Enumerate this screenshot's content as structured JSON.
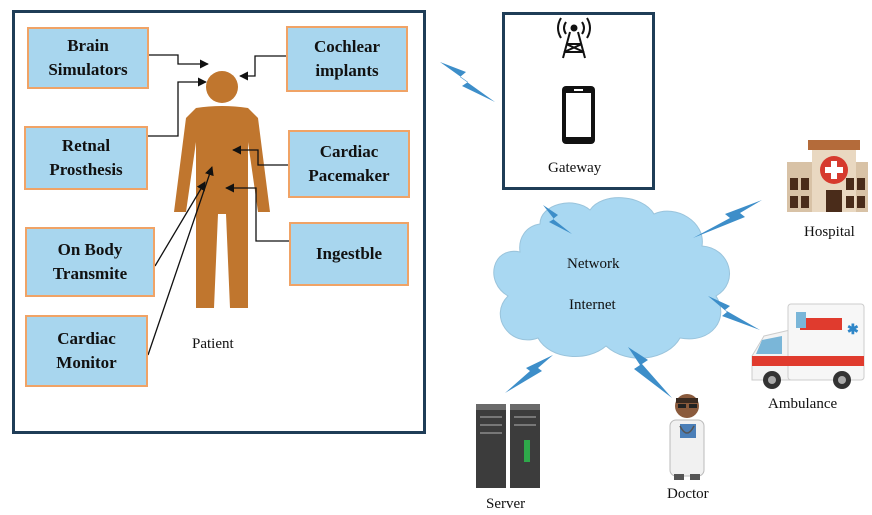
{
  "patient_panel": {
    "devices": [
      {
        "id": "brain",
        "label": "Brain\nSimulators"
      },
      {
        "id": "retinal",
        "label": "Retnal\nProsthesis"
      },
      {
        "id": "onbody",
        "label": "On Body\nTransmite"
      },
      {
        "id": "cardmon",
        "label": "Cardiac\nMonitor"
      },
      {
        "id": "cochlear",
        "label": "Cochlear\nimplants"
      },
      {
        "id": "pacemaker",
        "label": "Cardiac\nPacemaker"
      },
      {
        "id": "ingest",
        "label": "Ingestble"
      }
    ],
    "patient_label": "Patient"
  },
  "gateway": {
    "label": "Gateway"
  },
  "network": {
    "line1": "Network",
    "line2": "Internet"
  },
  "nodes": {
    "hospital": "Hospital",
    "ambulance": "Ambulance",
    "server": "Server",
    "doctor": "Doctor"
  },
  "colors": {
    "box_fill": "#a8d6ee",
    "box_border": "#f0a366",
    "panel_border": "#1f3d57",
    "body": "#c0762e",
    "cloud": "#a9d8f2",
    "lightning": "#3d8ec9"
  }
}
